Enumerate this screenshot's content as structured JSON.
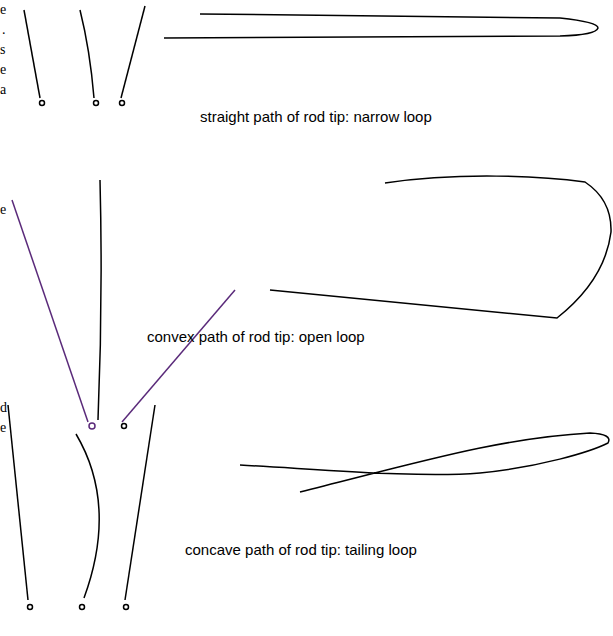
{
  "diagram": {
    "labels": [
      "straight path of rod tip: narrow loop",
      "convex path of rod tip: open loop",
      "concave path of rod tip: tailing loop",
      "e",
      ".",
      "s",
      "e",
      "a",
      "e",
      "d",
      "e"
    ]
  }
}
